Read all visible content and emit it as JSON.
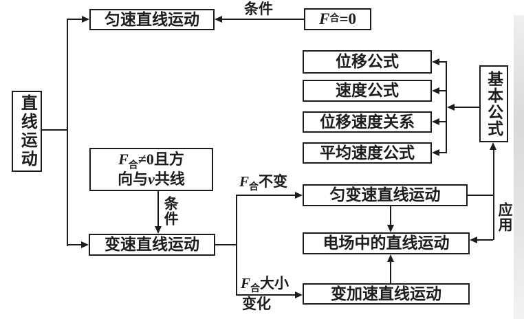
{
  "diagram": {
    "title_node": "直线运动",
    "ink_color": "#1c1c1c",
    "background_color": "#ffffff"
  },
  "nodes": {
    "linear_motion": {
      "label": "直线运动"
    },
    "uniform_motion": {
      "label": "匀速直线运动"
    },
    "net_force_zero": {
      "f": "F",
      "sub": "合",
      "rest": "=0"
    },
    "net_force_nonzero": {
      "line1_f": "F",
      "line1_sub": "合",
      "line1_rest": "≠0且方",
      "line2_pre": "向与",
      "line2_v": "v",
      "line2_post": "共线"
    },
    "varied_motion": {
      "label": "变速直线运动"
    },
    "displacement_formula": {
      "label": "位移公式"
    },
    "velocity_formula": {
      "label": "速度公式"
    },
    "disp_vel_relation": {
      "label": "位移速度关系"
    },
    "avg_velocity_formula": {
      "label": "平均速度公式"
    },
    "basic_formula": {
      "label": "基本公式"
    },
    "uniform_accel_motion": {
      "label": "匀变速直线运动"
    },
    "efield_motion": {
      "label": "电场中的直线运动"
    },
    "varying_accel_motion": {
      "label": "变加速直线运动"
    }
  },
  "edge_labels": {
    "condition_top": {
      "label": "条件"
    },
    "condition_mid": {
      "label": "条件"
    },
    "f_constant": {
      "f": "F",
      "sub": "合",
      "rest": "不变"
    },
    "f_varying": {
      "f": "F",
      "sub": "合",
      "rest": "大小",
      "line2": "变化"
    },
    "application": {
      "label": "应用"
    }
  }
}
